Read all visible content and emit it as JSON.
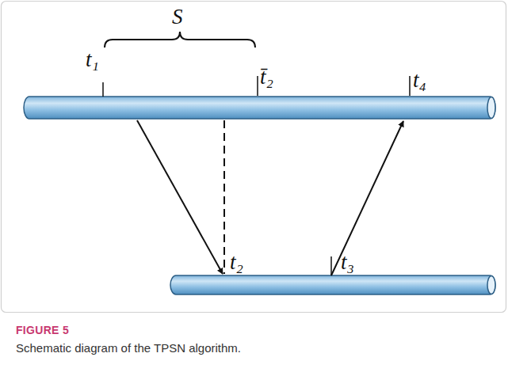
{
  "diagram": {
    "caption": "Schematic diagram of the TPSN algorithm.",
    "labels": [
      "t₁",
      "S",
      "t̄₂",
      "t₄",
      "t₂",
      "t₃",
      "FIGURE 5"
    ]
  }
}
